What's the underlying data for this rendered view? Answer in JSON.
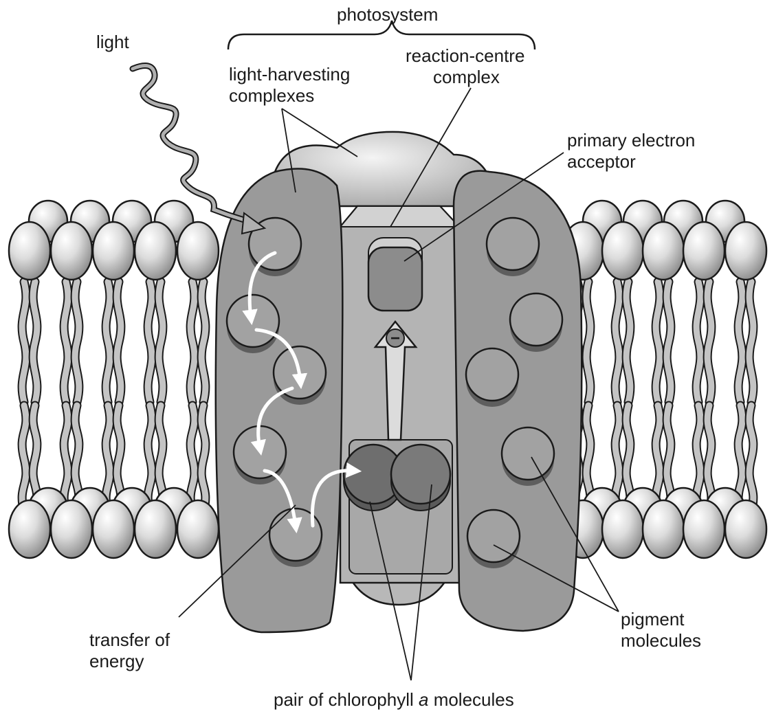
{
  "labels": {
    "photosystem": "photosystem",
    "light": "light",
    "lhc_line1": "light-harvesting",
    "lhc_line2": "complexes",
    "rc_line1": "reaction-centre",
    "rc_line2": "complex",
    "pea_line1": "primary electron",
    "pea_line2": "acceptor",
    "transfer_line1": "transfer of",
    "transfer_line2": "energy",
    "pigment_line1": "pigment",
    "pigment_line2": "molecules",
    "chl_before": "pair of chlorophyll ",
    "chl_italic": "a",
    "chl_after": " molecules",
    "electron_sign": "−"
  },
  "colors": {
    "outline": "#1a1a1a",
    "complex_fill": "#9a9a9a",
    "reaction_centre_fill": "#b4b4b4",
    "pigment_fill": "#9e9e9e",
    "chlorophyll_fill": "#6e6e6e",
    "lipid_head_light": "#f2f2f2",
    "lipid_head_dark": "#9c9c9c",
    "lipid_tail": "#c4c4c4",
    "light_wave": "#b0b0b0",
    "energy_arrow": "#ffffff"
  }
}
